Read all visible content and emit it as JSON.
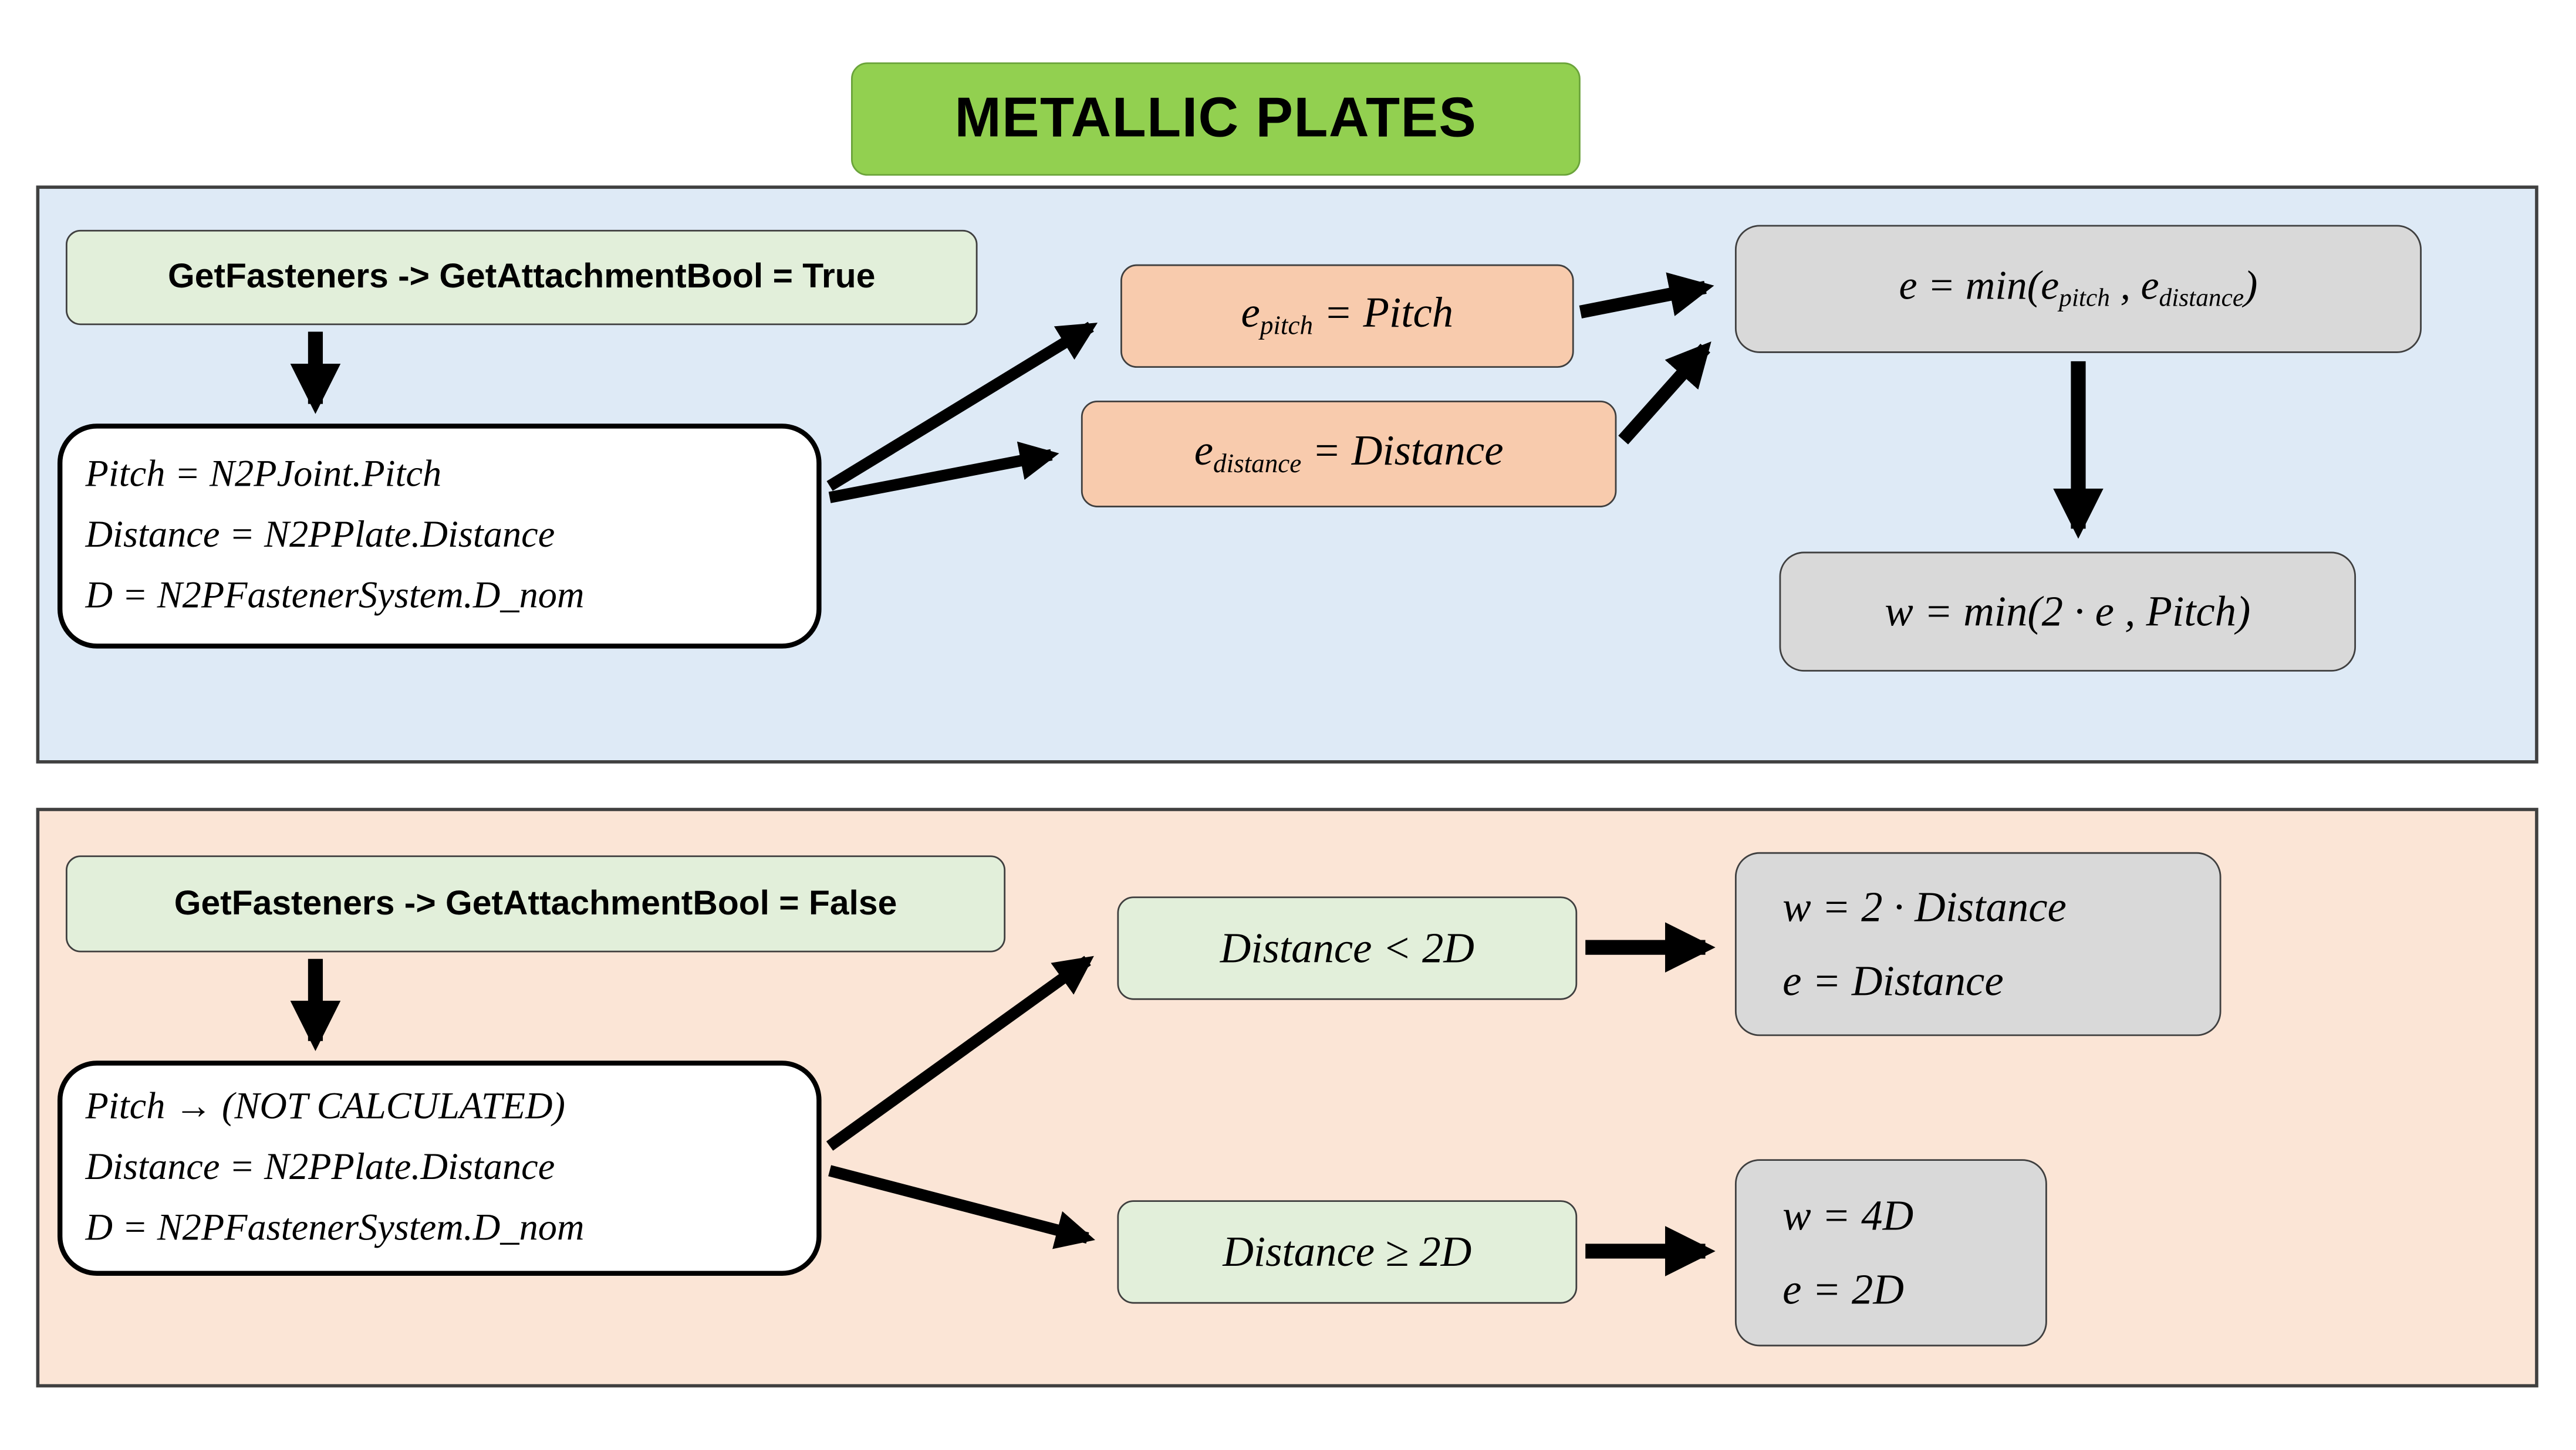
{
  "title": "METALLIC PLATES",
  "colors": {
    "title_bg": "#92D050",
    "panel_true_bg": "#DEEAF6",
    "panel_false_bg": "#FBE5D6",
    "header_box_bg": "#E2EFDA",
    "orange_box_bg": "#F8CBAD",
    "gray_box_bg": "#D9D9D9",
    "condition_box_bg": "#E2EFDA",
    "arrow_color": "#000000"
  },
  "panel_true": {
    "header": "GetFasteners -> GetAttachmentBool = True",
    "inputs": [
      "Pitch = N2PJoint.Pitch",
      "Distance = N2PPlate.Distance",
      "D = N2PFastenerSystem.D_nom"
    ],
    "e_pitch": {
      "base": "e",
      "sub": "pitch",
      "rest": " = Pitch"
    },
    "e_distance": {
      "base": "e",
      "sub": "distance",
      "rest": " = Distance"
    },
    "e_min": {
      "pre": "e = min(",
      "base1": "e",
      "sub1": "pitch",
      "sep": " , ",
      "base2": "e",
      "sub2": "distance",
      "post": ")"
    },
    "w_min": "w = min(2 · e , Pitch)"
  },
  "panel_false": {
    "header": "GetFasteners -> GetAttachmentBool = False",
    "inputs": [
      "Pitch → (NOT CALCULATED)",
      "Distance = N2PPlate.Distance",
      "D = N2PFastenerSystem.D_nom"
    ],
    "case_lt": "Distance < 2D",
    "case_ge": "Distance ≥ 2D",
    "result_lt": [
      "w = 2 · Distance",
      "e = Distance"
    ],
    "result_ge": [
      "w = 4D",
      "e = 2D"
    ]
  }
}
